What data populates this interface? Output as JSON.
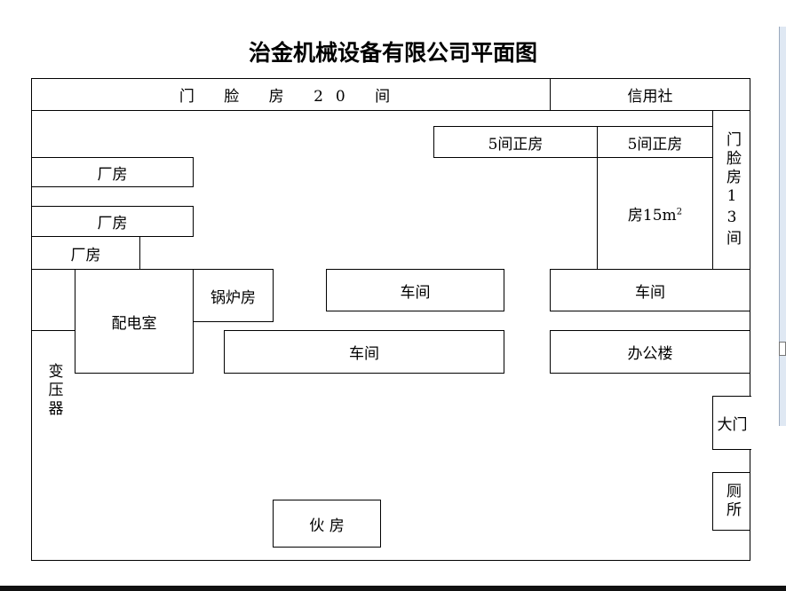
{
  "title": "治金机械设备有限公司平面图",
  "rooms": {
    "facade_top": "门 脸 房 20 间",
    "credit_union": "信用社",
    "main_room_1": "5间正房",
    "main_room_2": "5间正房",
    "facade_side": "门脸房13间",
    "room15_label": "房15m",
    "room15_sup": "2",
    "factory_1": "厂房",
    "factory_2": "厂房",
    "factory_3": "厂房",
    "boiler_room": "锅炉房",
    "power_room": "配电室",
    "transformer": "变压器",
    "workshop_mid": "车间",
    "workshop_right": "车间",
    "workshop_long": "车间",
    "office": "办公楼",
    "gate": "大门",
    "toilet": "厕所",
    "kitchen": "伙 房"
  }
}
